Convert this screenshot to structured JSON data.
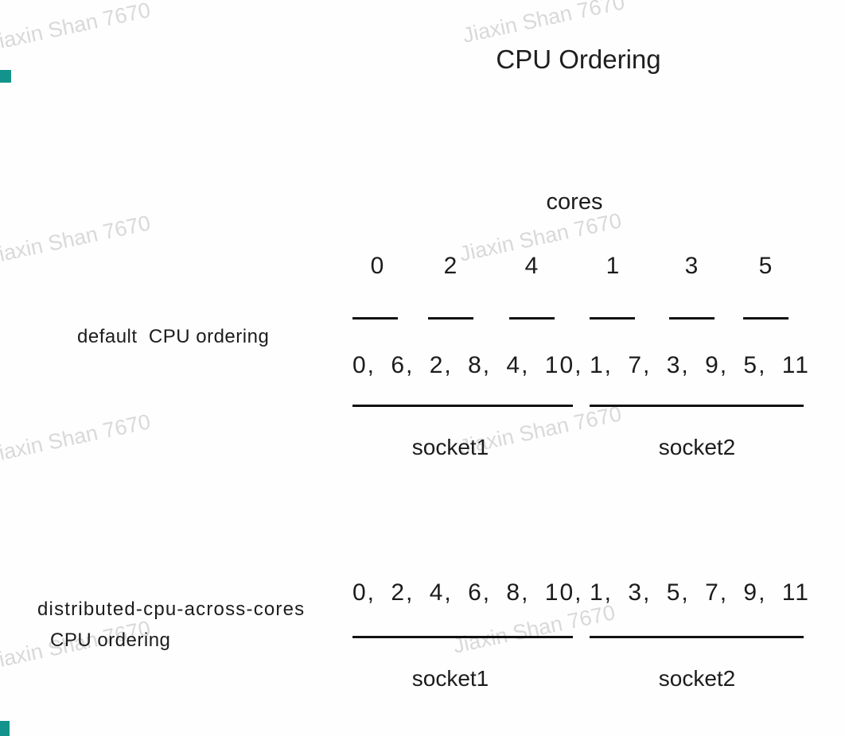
{
  "title": "CPU Ordering",
  "watermark": {
    "text": "Jiaxin Shan 7670",
    "color": "#d9d9d9"
  },
  "corner_mark_color": "#12948c",
  "cores": {
    "label": "cores",
    "values": [
      "0",
      "2",
      "4",
      "1",
      "3",
      "5"
    ]
  },
  "rows": {
    "default": {
      "label": "default  CPU ordering",
      "socket1_cpus": "0, 6, 2, 8, 4, 10,",
      "socket2_cpus": "1, 7, 3, 9, 5, 11",
      "socket1": "socket1",
      "socket2": "socket2"
    },
    "distributed": {
      "label_line1": "distributed-cpu-across-cores",
      "label_line2": "CPU ordering",
      "socket1_cpus": "0, 2, 4, 6, 8, 10,",
      "socket2_cpus": "1, 3, 5, 7, 9, 11",
      "socket1": "socket1",
      "socket2": "socket2"
    }
  }
}
